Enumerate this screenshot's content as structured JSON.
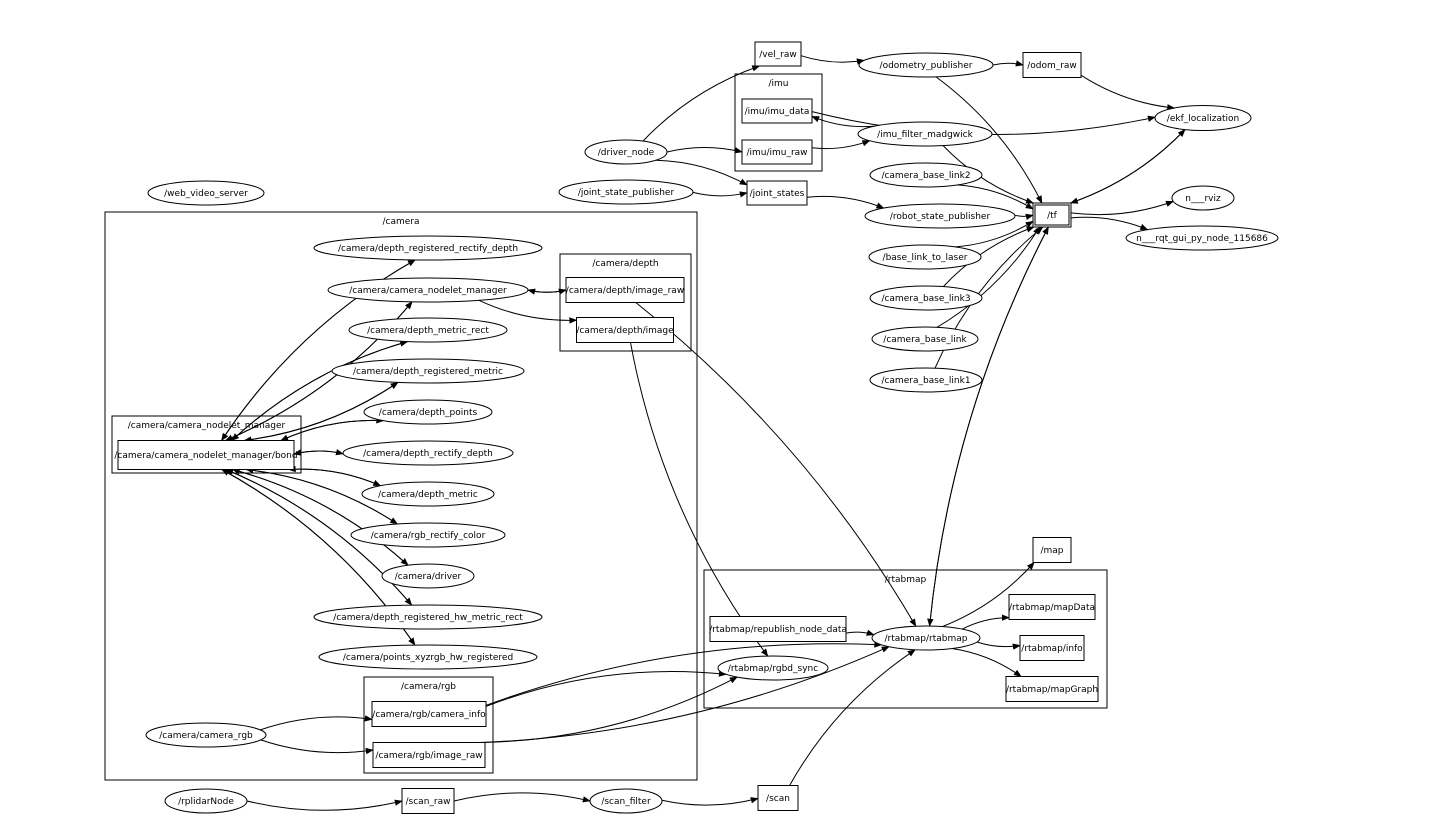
{
  "clusters": [
    {
      "id": "c_camera",
      "label": "/camera"
    },
    {
      "id": "c_nm",
      "label": "/camera/camera_nodelet_manager"
    },
    {
      "id": "c_depth",
      "label": "/camera/depth"
    },
    {
      "id": "c_rgb",
      "label": "/camera/rgb"
    },
    {
      "id": "c_imu",
      "label": "/imu"
    },
    {
      "id": "c_rtab",
      "label": "/rtabmap"
    }
  ],
  "nodes": [
    {
      "id": "vel_raw",
      "label": "/vel_raw",
      "kind": "topic"
    },
    {
      "id": "odometry_publisher",
      "label": "/odometry_publisher",
      "kind": "node"
    },
    {
      "id": "odom_raw",
      "label": "/odom_raw",
      "kind": "topic"
    },
    {
      "id": "ekf_localization",
      "label": "/ekf_localization",
      "kind": "node"
    },
    {
      "id": "imu_data",
      "label": "/imu/imu_data",
      "kind": "topic"
    },
    {
      "id": "imu_raw",
      "label": "/imu/imu_raw",
      "kind": "topic"
    },
    {
      "id": "imu_filter_madgwick",
      "label": "/imu_filter_madgwick",
      "kind": "node"
    },
    {
      "id": "driver_node",
      "label": "/driver_node",
      "kind": "node"
    },
    {
      "id": "joint_state_publisher",
      "label": "/joint_state_publisher",
      "kind": "node"
    },
    {
      "id": "joint_states",
      "label": "/joint_states",
      "kind": "topic"
    },
    {
      "id": "camera_base_link2",
      "label": "/camera_base_link2",
      "kind": "node"
    },
    {
      "id": "robot_state_publisher",
      "label": "/robot_state_publisher",
      "kind": "node"
    },
    {
      "id": "tf",
      "label": "/tf",
      "kind": "topic"
    },
    {
      "id": "n_rviz",
      "label": "n___rviz",
      "kind": "node"
    },
    {
      "id": "n_rqt",
      "label": "n___rqt_gui_py_node_115686",
      "kind": "node"
    },
    {
      "id": "base_link_to_laser",
      "label": "/base_link_to_laser",
      "kind": "node"
    },
    {
      "id": "camera_base_link3",
      "label": "/camera_base_link3",
      "kind": "node"
    },
    {
      "id": "camera_base_link",
      "label": "/camera_base_link",
      "kind": "node"
    },
    {
      "id": "camera_base_link1",
      "label": "/camera_base_link1",
      "kind": "node"
    },
    {
      "id": "web_video_server",
      "label": "/web_video_server",
      "kind": "node"
    },
    {
      "id": "depth_registered_rectify_depth",
      "label": "/camera/depth_registered_rectify_depth",
      "kind": "node"
    },
    {
      "id": "camera_nodelet_manager",
      "label": "/camera/camera_nodelet_manager",
      "kind": "node"
    },
    {
      "id": "depth_image_raw",
      "label": "/camera/depth/image_raw",
      "kind": "topic"
    },
    {
      "id": "depth_image",
      "label": "/camera/depth/image",
      "kind": "topic"
    },
    {
      "id": "depth_metric_rect",
      "label": "/camera/depth_metric_rect",
      "kind": "node"
    },
    {
      "id": "depth_registered_metric",
      "label": "/camera/depth_registered_metric",
      "kind": "node"
    },
    {
      "id": "bond",
      "label": "/camera/camera_nodelet_manager/bond",
      "kind": "topic"
    },
    {
      "id": "depth_points",
      "label": "/camera/depth_points",
      "kind": "node"
    },
    {
      "id": "depth_rectify_depth",
      "label": "/camera/depth_rectify_depth",
      "kind": "node"
    },
    {
      "id": "depth_metric",
      "label": "/camera/depth_metric",
      "kind": "node"
    },
    {
      "id": "rgb_rectify_color",
      "label": "/camera/rgb_rectify_color",
      "kind": "node"
    },
    {
      "id": "camera_driver",
      "label": "/camera/driver",
      "kind": "node"
    },
    {
      "id": "depth_registered_hw_metric_rect",
      "label": "/camera/depth_registered_hw_metric_rect",
      "kind": "node"
    },
    {
      "id": "points_xyzrgb_hw_registered",
      "label": "/camera/points_xyzrgb_hw_registered",
      "kind": "node"
    },
    {
      "id": "rgb_camera_info",
      "label": "/camera/rgb/camera_info",
      "kind": "topic"
    },
    {
      "id": "rgb_image_raw",
      "label": "/camera/rgb/image_raw",
      "kind": "topic"
    },
    {
      "id": "camera_camera_rgb",
      "label": "/camera/camera_rgb",
      "kind": "node"
    },
    {
      "id": "map",
      "label": "/map",
      "kind": "topic"
    },
    {
      "id": "rtabmap_republish_node_data",
      "label": "/rtabmap/republish_node_data",
      "kind": "topic"
    },
    {
      "id": "rtabmap_rtabmap",
      "label": "/rtabmap/rtabmap",
      "kind": "node"
    },
    {
      "id": "rtabmap_mapData",
      "label": "/rtabmap/mapData",
      "kind": "topic"
    },
    {
      "id": "rtabmap_info",
      "label": "/rtabmap/info",
      "kind": "topic"
    },
    {
      "id": "rtabmap_mapGraph",
      "label": "/rtabmap/mapGraph",
      "kind": "topic"
    },
    {
      "id": "rtabmap_rgbd_sync",
      "label": "/rtabmap/rgbd_sync",
      "kind": "node"
    },
    {
      "id": "rplidarNode",
      "label": "/rplidarNode",
      "kind": "node"
    },
    {
      "id": "scan_raw",
      "label": "/scan_raw",
      "kind": "topic"
    },
    {
      "id": "scan_filter",
      "label": "/scan_filter",
      "kind": "node"
    },
    {
      "id": "scan",
      "label": "/scan",
      "kind": "topic"
    }
  ],
  "edges": [
    {
      "from": "driver_node",
      "to": "vel_raw"
    },
    {
      "from": "vel_raw",
      "to": "odometry_publisher"
    },
    {
      "from": "odometry_publisher",
      "to": "odom_raw"
    },
    {
      "from": "odom_raw",
      "to": "ekf_localization"
    },
    {
      "from": "odometry_publisher",
      "to": "tf"
    },
    {
      "from": "imu_data",
      "to": "ekf_localization"
    },
    {
      "from": "driver_node",
      "to": "imu_raw"
    },
    {
      "from": "imu_raw",
      "to": "imu_filter_madgwick"
    },
    {
      "from": "imu_filter_madgwick",
      "to": "imu_data"
    },
    {
      "from": "imu_filter_madgwick",
      "to": "tf"
    },
    {
      "from": "driver_node",
      "to": "joint_states"
    },
    {
      "from": "joint_state_publisher",
      "to": "joint_states"
    },
    {
      "from": "joint_states",
      "to": "robot_state_publisher"
    },
    {
      "from": "robot_state_publisher",
      "to": "tf"
    },
    {
      "from": "camera_base_link2",
      "to": "tf"
    },
    {
      "from": "base_link_to_laser",
      "to": "tf"
    },
    {
      "from": "camera_base_link3",
      "to": "tf"
    },
    {
      "from": "camera_base_link",
      "to": "tf"
    },
    {
      "from": "camera_base_link1",
      "to": "tf"
    },
    {
      "from": "tf",
      "to": "ekf_localization"
    },
    {
      "from": "ekf_localization",
      "to": "tf"
    },
    {
      "from": "tf",
      "to": "n_rviz"
    },
    {
      "from": "tf",
      "to": "n_rqt"
    },
    {
      "from": "tf",
      "to": "rtabmap_rtabmap"
    },
    {
      "from": "rtabmap_rtabmap",
      "to": "tf"
    },
    {
      "from": "camera_nodelet_manager",
      "to": "depth_image_raw"
    },
    {
      "from": "depth_image_raw",
      "to": "camera_nodelet_manager"
    },
    {
      "from": "camera_nodelet_manager",
      "to": "depth_image"
    },
    {
      "from": "depth_image_raw",
      "to": "rtabmap_rtabmap"
    },
    {
      "from": "depth_image",
      "to": "rtabmap_rgbd_sync"
    },
    {
      "from": "bond",
      "to": "depth_registered_rectify_depth"
    },
    {
      "from": "bond",
      "to": "camera_nodelet_manager"
    },
    {
      "from": "bond",
      "to": "depth_metric_rect"
    },
    {
      "from": "bond",
      "to": "depth_registered_metric"
    },
    {
      "from": "bond",
      "to": "depth_points"
    },
    {
      "from": "depth_registered_rectify_depth",
      "to": "bond"
    },
    {
      "from": "camera_nodelet_manager",
      "to": "bond"
    },
    {
      "from": "depth_metric_rect",
      "to": "bond"
    },
    {
      "from": "depth_registered_metric",
      "to": "bond"
    },
    {
      "from": "depth_points",
      "to": "bond"
    },
    {
      "from": "bond",
      "to": "depth_rectify_depth"
    },
    {
      "from": "depth_rectify_depth",
      "to": "bond"
    },
    {
      "from": "bond",
      "to": "depth_metric"
    },
    {
      "from": "depth_metric",
      "to": "bond"
    },
    {
      "from": "bond",
      "to": "rgb_rectify_color"
    },
    {
      "from": "rgb_rectify_color",
      "to": "bond"
    },
    {
      "from": "bond",
      "to": "camera_driver"
    },
    {
      "from": "camera_driver",
      "to": "bond"
    },
    {
      "from": "bond",
      "to": "depth_registered_hw_metric_rect"
    },
    {
      "from": "depth_registered_hw_metric_rect",
      "to": "bond"
    },
    {
      "from": "bond",
      "to": "points_xyzrgb_hw_registered"
    },
    {
      "from": "points_xyzrgb_hw_registered",
      "to": "bond"
    },
    {
      "from": "camera_camera_rgb",
      "to": "rgb_camera_info"
    },
    {
      "from": "camera_camera_rgb",
      "to": "rgb_image_raw"
    },
    {
      "from": "rgb_camera_info",
      "to": "rtabmap_rgbd_sync"
    },
    {
      "from": "rgb_image_raw",
      "to": "rtabmap_rgbd_sync"
    },
    {
      "from": "rgb_camera_info",
      "to": "rtabmap_rtabmap"
    },
    {
      "from": "rgb_image_raw",
      "to": "rtabmap_rtabmap"
    },
    {
      "from": "rtabmap_republish_node_data",
      "to": "rtabmap_rtabmap"
    },
    {
      "from": "rtabmap_rtabmap",
      "to": "map"
    },
    {
      "from": "rtabmap_rtabmap",
      "to": "rtabmap_mapData"
    },
    {
      "from": "rtabmap_rtabmap",
      "to": "rtabmap_info"
    },
    {
      "from": "rtabmap_rtabmap",
      "to": "rtabmap_mapGraph"
    },
    {
      "from": "rplidarNode",
      "to": "scan_raw"
    },
    {
      "from": "scan_raw",
      "to": "scan_filter"
    },
    {
      "from": "scan_filter",
      "to": "scan"
    },
    {
      "from": "scan",
      "to": "rtabmap_rtabmap"
    }
  ]
}
